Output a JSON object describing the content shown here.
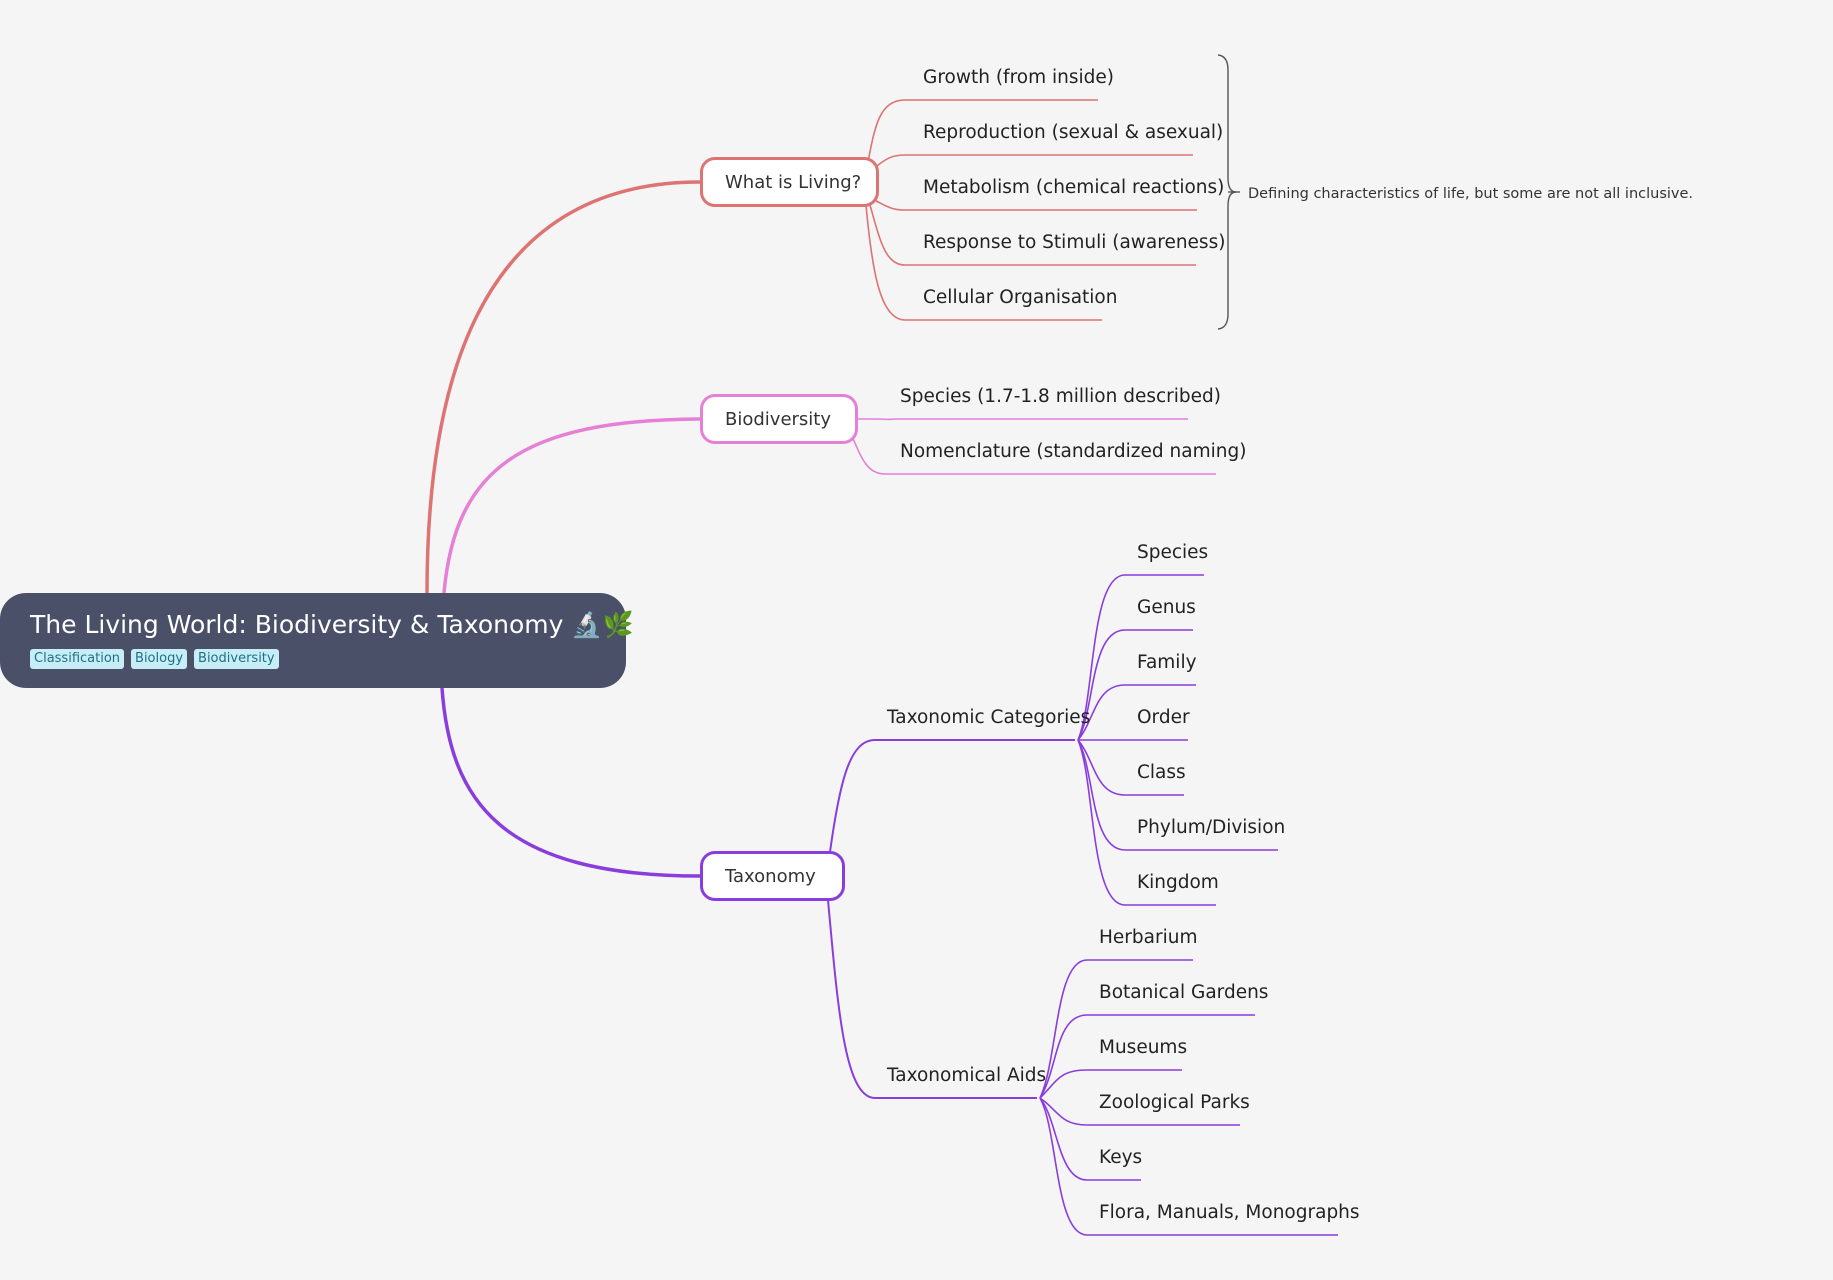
{
  "root": {
    "title": "The Living World: Biodiversity & Taxonomy",
    "emoji": "🔬🌿",
    "tags": [
      "Classification",
      "Biology",
      "Biodiversity"
    ]
  },
  "colors": {
    "background": "#f5f5f5",
    "root_fill": "#4b5069",
    "tag_fill": "#c7eef6",
    "living": "#dd7373",
    "biodiversity": "#e67fd6",
    "taxonomy": "#8a3ddd"
  },
  "branches": {
    "living": {
      "label": "What is Living?",
      "items": [
        "Growth (from inside)",
        "Reproduction (sexual & asexual)",
        "Metabolism (chemical reactions)",
        "Response to Stimuli (awareness)",
        "Cellular Organisation"
      ],
      "note": "Defining characteristics of life, but some are not all inclusive."
    },
    "biodiversity": {
      "label": "Biodiversity",
      "items": [
        "Species (1.7-1.8 million described)",
        "Nomenclature (standardized naming)"
      ]
    },
    "taxonomy": {
      "label": "Taxonomy",
      "categories": {
        "label": "Taxonomic Categories",
        "items": [
          "Species",
          "Genus",
          "Family",
          "Order",
          "Class",
          "Phylum/Division",
          "Kingdom"
        ]
      },
      "aids": {
        "label": "Taxonomical Aids",
        "items": [
          "Herbarium",
          "Botanical Gardens",
          "Museums",
          "Zoological Parks",
          "Keys",
          "Flora, Manuals, Monographs"
        ]
      }
    }
  }
}
